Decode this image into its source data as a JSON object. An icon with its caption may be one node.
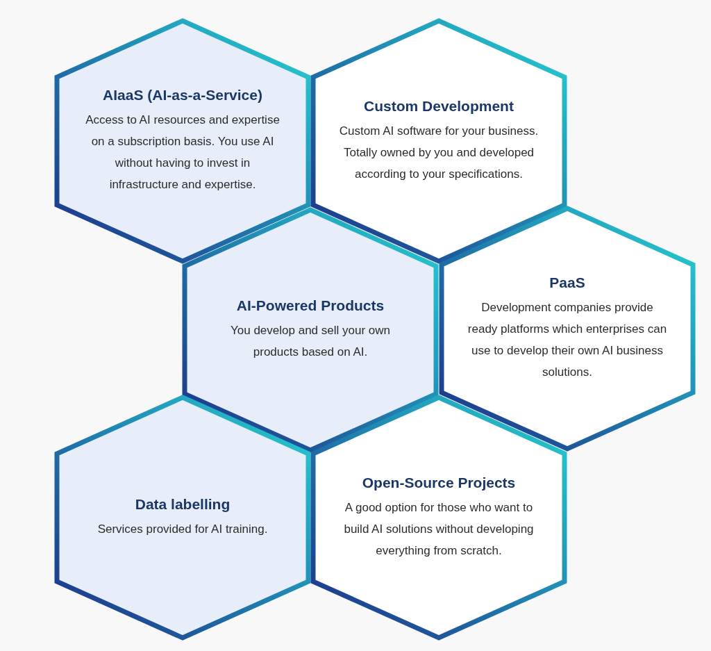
{
  "diagram": {
    "nodes": [
      {
        "text": [
          "AIaaS (AI-as-a-Service)",
          "Access to AI resources and expertise on a subscription basis. You use AI without having to invest in infrastructure and expertise."
        ]
      },
      {
        "text": [
          "Custom Development",
          "Custom AI software for your business. Totally owned by you and developed according to your specifications."
        ]
      },
      {
        "text": [
          "AI-Powered Products",
          "You develop and sell your own products based on AI."
        ]
      },
      {
        "text": [
          "PaaS",
          "Development companies provide ready platforms which enterprises can use to develop their own AI business solutions."
        ]
      },
      {
        "text": [
          "Data labelling",
          "Services provided for AI training."
        ]
      },
      {
        "text": [
          "Open-Source Projects",
          "A good option for those who want to build AI solutions without developing everything from scratch."
        ]
      }
    ]
  }
}
